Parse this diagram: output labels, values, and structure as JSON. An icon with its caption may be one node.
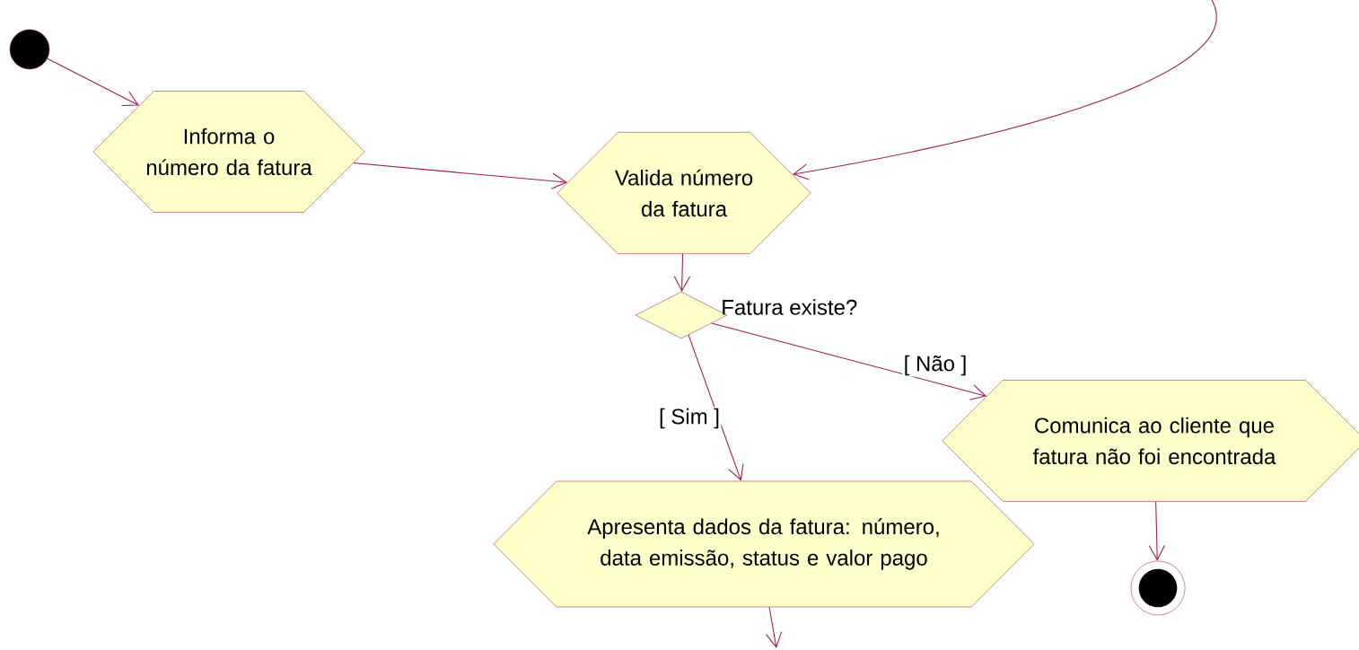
{
  "diagram": {
    "nodes": [
      {
        "text": [],
        "shape": "circle"
      },
      {
        "text": [
          "Informa o número da fatura"
        ]
      },
      {
        "text": [
          "Valida número da fatura"
        ]
      },
      {
        "text": [],
        "shape": "diamond",
        "beside": [
          "Fatura existe?"
        ]
      },
      {
        "text": [
          "Apresenta dados da fatura: número, data emissão, status e valor pago"
        ]
      },
      {
        "text": [
          "Comunica ao cliente que fatura não foi encontrada"
        ]
      },
      {
        "text": [],
        "shape": "circle"
      }
    ],
    "edges": [
      {
        "from": 0,
        "to": 1,
        "arrow": "to"
      },
      {
        "from": 1,
        "to": 2,
        "arrow": "to"
      },
      {
        "from": null,
        "to": 2,
        "arrow": "to"
      },
      {
        "from": 2,
        "to": 3,
        "arrow": "to"
      },
      {
        "from": 3,
        "to": 4,
        "arrow": "to",
        "label": "[ Sim ]"
      },
      {
        "from": 3,
        "to": 5,
        "arrow": "to",
        "label": "[ Não ]"
      },
      {
        "from": 5,
        "to": 6,
        "arrow": "to"
      },
      {
        "from": 4,
        "to": null,
        "arrow": "to"
      }
    ]
  }
}
